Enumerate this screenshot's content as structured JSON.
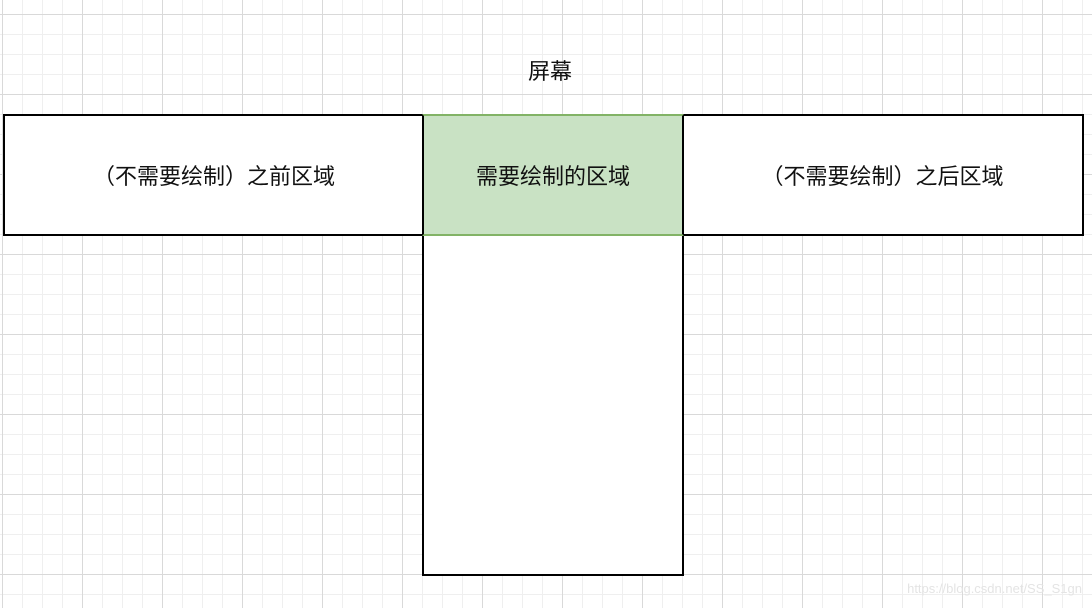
{
  "diagram": {
    "screen_label": "屏幕",
    "regions": {
      "before": "（不需要绘制）之前区域",
      "draw": "需要绘制的区域",
      "after": "（不需要绘制）之后区域"
    },
    "colors": {
      "draw_fill": "#c9e2c4",
      "draw_border": "#82b366",
      "box_border": "#000000",
      "grid_major": "#d9d9d9",
      "grid_minor": "#efefef"
    }
  },
  "watermark": "https://blog.csdn.net/SS_S1gn"
}
